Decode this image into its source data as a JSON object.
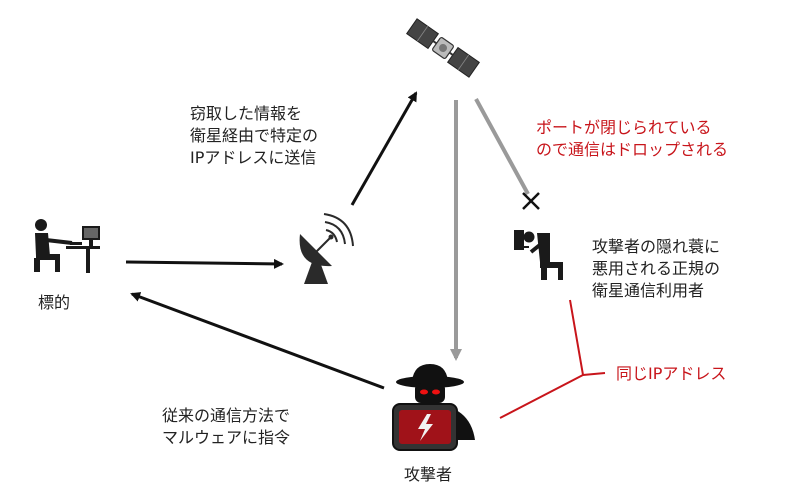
{
  "nodes": {
    "target": {
      "label": "標的"
    },
    "attacker": {
      "label": "攻撃者"
    },
    "legit_user": {
      "lines": [
        "攻撃者の隠れ蓑に",
        "悪用される正規の",
        "衛星通信利用者"
      ]
    }
  },
  "notes": {
    "exfil": [
      "窃取した情報を",
      "衛星経由で特定の",
      "IPアドレスに送信"
    ],
    "port_closed": [
      "ポートが閉じられている",
      "ので通信はドロップされる"
    ],
    "same_ip": "同じIPアドレス",
    "command": [
      "従来の通信方法で",
      "マルウェアに指令"
    ]
  },
  "colors": {
    "arrow_black": "#111111",
    "arrow_gray": "#9a9a9a",
    "alert_red": "#c8151b"
  }
}
